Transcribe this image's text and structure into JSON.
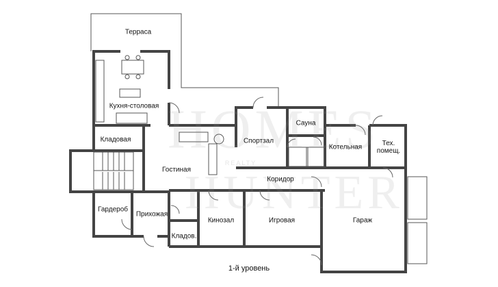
{
  "rooms": {
    "terrace": "Терраса",
    "kitchen": "Кухня-столовая",
    "pantry": "Кладовая",
    "gym": "Спортзал",
    "sauna": "Сауна",
    "boiler": "Котельная",
    "tech": "Тех.\nпомещ.",
    "living": "Гостиная",
    "corridor": "Коридор",
    "wardrobe": "Гардероб",
    "hall": "Прихожая",
    "storage": "Кладов.",
    "cinema": "Кинозал",
    "playroom": "Игровая",
    "garage": "Гараж"
  },
  "level": "1-й уровень",
  "watermark": {
    "brand": "HOMES",
    "realty": "REALTY",
    "bottom": "HUNTER"
  }
}
